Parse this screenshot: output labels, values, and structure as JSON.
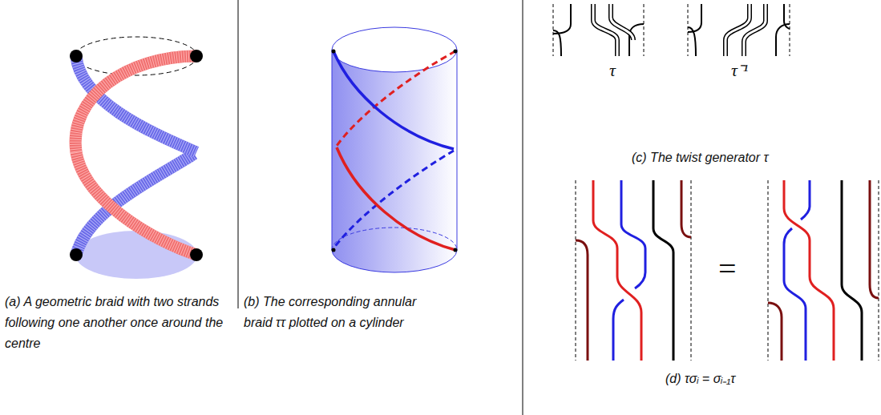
{
  "diagram": {
    "labels": [
      "(a) A geometric braid with two strands following one another once around the centre",
      "(b) The corresponding annular braid ττ plotted on a cylinder",
      "τ",
      "τ⁻¹",
      "(c) The twist generator τ",
      "=",
      "(d) τσᵢ = σᵢ₋₁τ"
    ]
  }
}
